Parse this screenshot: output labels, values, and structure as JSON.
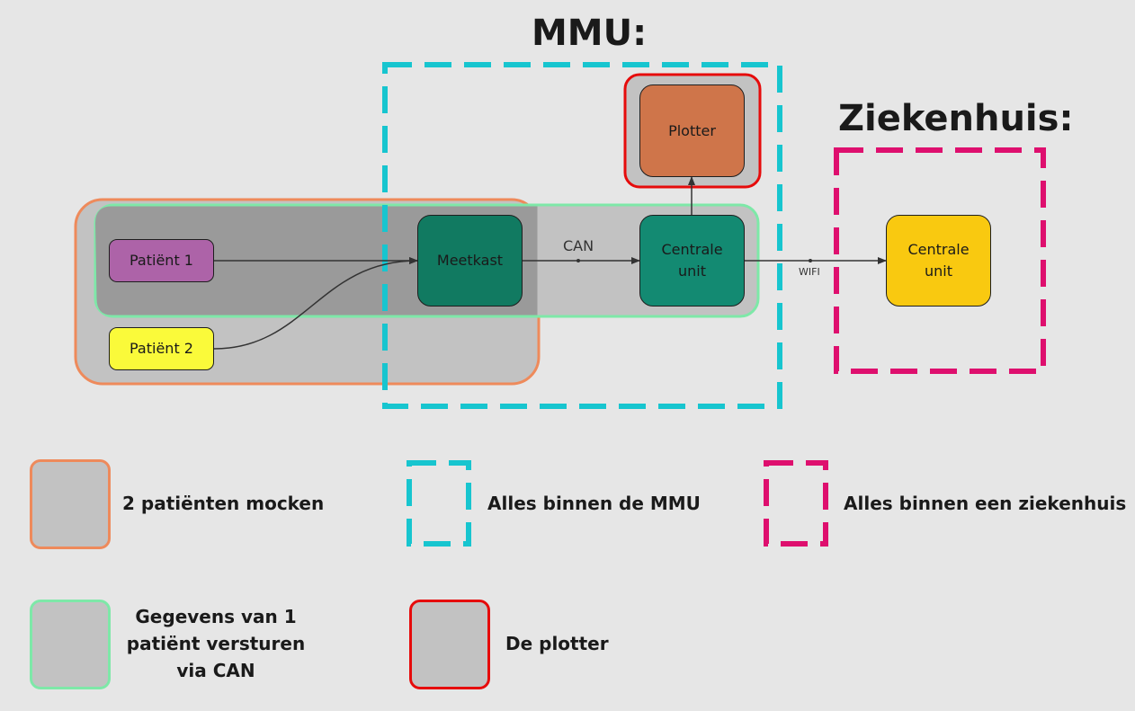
{
  "headings": {
    "mmu": "MMU:",
    "hospital": "Ziekenhuis:"
  },
  "nodes": {
    "patient1": "Patiënt 1",
    "patient2": "Patiënt 2",
    "meetkast": "Meetkast",
    "central_unit_mmu": "Centrale\nunit",
    "plotter": "Plotter",
    "central_unit_hospital": "Centrale\nunit"
  },
  "connection_labels": {
    "can": "CAN",
    "wifi": "WIFI"
  },
  "legend": {
    "mock_patients": "2 patiënten mocken",
    "send_via_can": "Gegevens van 1\npatiënt versturen\nvia CAN",
    "inside_mmu": "Alles binnen de MMU",
    "plotter": "De plotter",
    "inside_hospital": "Alles binnen een ziekenhuis"
  },
  "colors": {
    "background": "#e6e6e6",
    "group_fill": "#c2c2c2",
    "mock_group_border": "#ee8a5b",
    "can_group_border": "#7ee8a8",
    "mmu_dashed_border": "#17c5cf",
    "hospital_dashed_border": "#de0f6e",
    "plotter_group_border": "#e60b0b",
    "patient1_fill": "#ad63a8",
    "patient2_fill": "#fafa3a",
    "meetkast_fill": "#117a61",
    "central_unit_mmu_fill": "#138a72",
    "plotter_fill": "#cf754a",
    "central_unit_hospital_fill": "#f9c910"
  }
}
